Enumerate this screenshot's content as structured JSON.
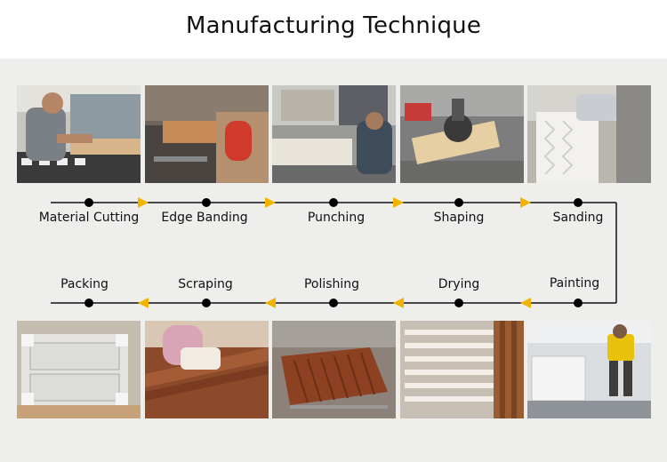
{
  "title": "Manufacturing Technique",
  "colors": {
    "background": "#eeeeec",
    "line": "#111111",
    "node": "#000000",
    "arrow": "#f2b400"
  },
  "top_row": [
    {
      "label": "Material Cutting",
      "image": "worker cutting wood panel on saw machine"
    },
    {
      "label": "Edge Banding",
      "image": "edge banding machine with red glove"
    },
    {
      "label": "Punching",
      "image": "worker feeding panel into punching machine"
    },
    {
      "label": "Shaping",
      "image": "router shaping a wooden board"
    },
    {
      "label": "Sanding",
      "image": "sanding a white profiled panel"
    }
  ],
  "bottom_row": [
    {
      "label": "Packing",
      "image": "cabinet panels packed with foam corners"
    },
    {
      "label": "Scraping",
      "image": "scraping a brown wood panel by hand"
    },
    {
      "label": "Polishing",
      "image": "brown grooved panels on rack"
    },
    {
      "label": "Drying",
      "image": "panels on drying rack"
    },
    {
      "label": "Painting",
      "image": "worker in yellow shirt in paint room"
    }
  ]
}
